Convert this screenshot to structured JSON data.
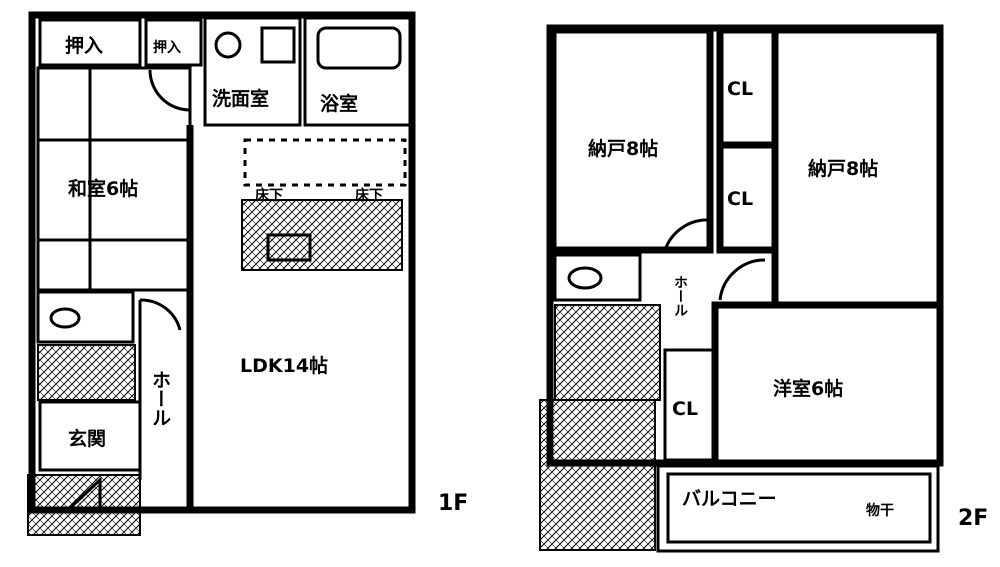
{
  "floor1": {
    "label": "1F",
    "rooms": {
      "closet_large": "押入",
      "closet_small": "押入",
      "washroom": "洗面室",
      "bath": "浴室",
      "japanese_room": "和室6帖",
      "underfloor_left": "床下",
      "underfloor_right": "床下",
      "ldk": "LDK14帖",
      "hall": "ホール",
      "entrance": "玄関"
    }
  },
  "floor2": {
    "label": "2F",
    "rooms": {
      "storage_left": "納戸8帖",
      "storage_right": "納戸8帖",
      "closet_1": "CL",
      "closet_2": "CL",
      "closet_3": "CL",
      "western_room": "洋室6帖",
      "hall": "ホール",
      "balcony": "バルコニー",
      "drying_area": "物干"
    }
  }
}
